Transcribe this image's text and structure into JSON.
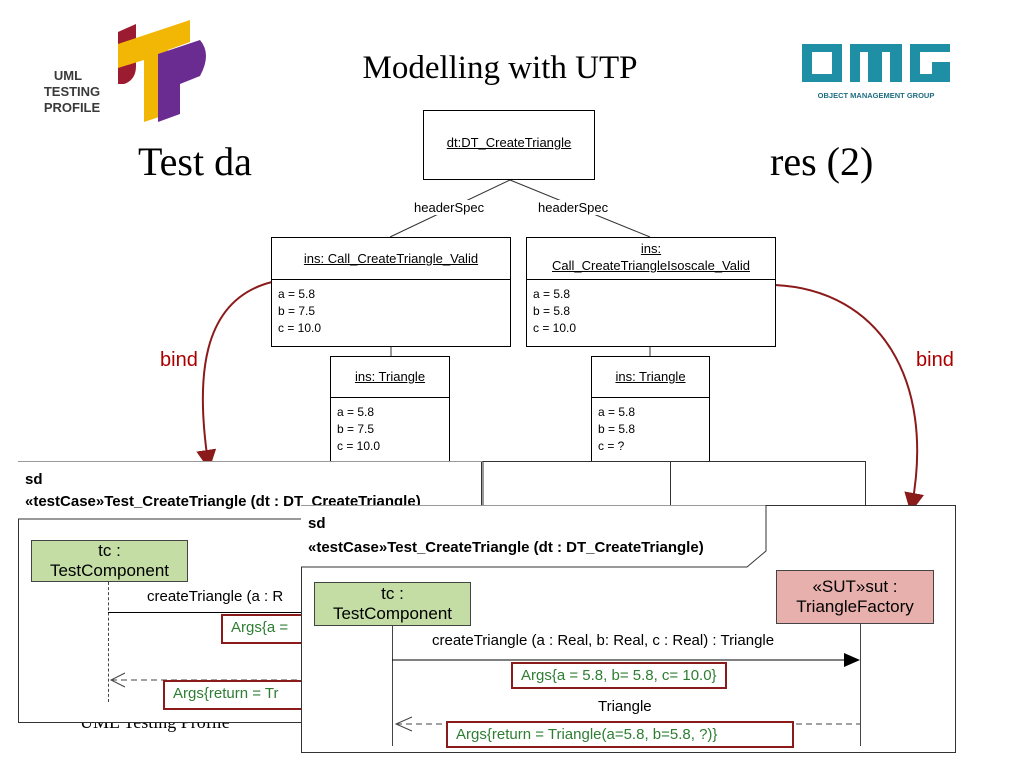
{
  "slide": {
    "title": "Modelling with UTP",
    "subtitle_start": "Test da",
    "subtitle_end": "res (2)",
    "footer": "UML Testing Profile"
  },
  "logos": {
    "utp": {
      "lines": [
        "UML",
        "TESTING",
        "PROFILE"
      ],
      "colors": {
        "u": "#9b1b30",
        "t": "#f2b705",
        "p": "#6b2c91"
      }
    },
    "omg": {
      "tagline": "OBJECT MANAGEMENT GROUP",
      "color": "#1f8fa6"
    }
  },
  "colors": {
    "bind_arrow": "#8b1a1a",
    "green": "#c3dda5",
    "pink": "#e8b0ad",
    "args_border": "#8b1a1a",
    "args_text": "#2e7d32"
  },
  "diagram": {
    "root": {
      "name": "dt:DT_CreateTriangle"
    },
    "edges": [
      {
        "label": "headerSpec"
      },
      {
        "label": "headerSpec"
      }
    ],
    "call_valid": {
      "name": "ins: Call_CreateTriangle_Valid",
      "slots": [
        "a = 5.8",
        "b = 7.5",
        "c = 10.0"
      ]
    },
    "call_iso": {
      "name_line1": "ins:",
      "name_line2": "Call_CreateTriangleIsoscale_Valid",
      "slots": [
        "a = 5.8",
        "b = 5.8",
        "c = 10.0"
      ]
    },
    "tri_left": {
      "name": "ins: Triangle",
      "slots": [
        "a = 5.8",
        "b = 7.5",
        "c = 10.0"
      ]
    },
    "tri_right": {
      "name": "ins: Triangle",
      "slots": [
        "a = 5.8",
        "b = 5.8",
        "c = ?"
      ]
    },
    "bind_left": "bind",
    "bind_right": "bind"
  },
  "sd_back": {
    "keyword": "sd",
    "title": "«testCase»Test_CreateTriangle (dt : DT_CreateTriangle)",
    "tc": [
      "tc :",
      "TestComponent"
    ],
    "message": "createTriangle (a : R",
    "args_call": "Args{a =",
    "args_return": "Args{return = Tr"
  },
  "sd_front": {
    "keyword": "sd",
    "title": "«testCase»Test_CreateTriangle (dt : DT_CreateTriangle)",
    "tc": [
      "tc :",
      "TestComponent"
    ],
    "sut": [
      "«SUT»sut :",
      "TriangleFactory"
    ],
    "message": "createTriangle (a : Real, b: Real, c : Real) : Triangle",
    "args_call": "Args{a = 5.8, b= 5.8, c= 10.0}",
    "reply": "Triangle",
    "args_return": "Args{return = Triangle(a=5.8, b=5.8, ?)}"
  }
}
